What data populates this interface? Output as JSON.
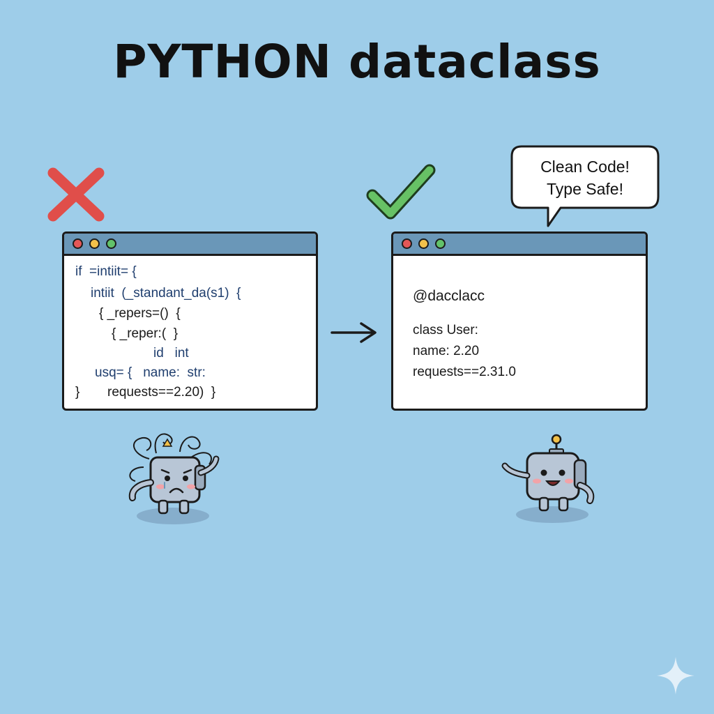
{
  "title": "PYTHON dataclass",
  "left_panel": {
    "status_icon": "cross-icon",
    "code_lines": [
      "if  =intiit= {",
      "intiit  (_standant_da(s1)  {",
      "{ _repers=()  {",
      "{ _reper:(  }",
      "id   int",
      "usq= {   name:  str:",
      "}",
      "requests==2.20)  }"
    ]
  },
  "right_panel": {
    "status_icon": "check-icon",
    "code_lines": [
      "@dacclacc",
      "class User:",
      "name: 2.20",
      "requests==2.31.0"
    ]
  },
  "speech_bubble": {
    "line1": "Clean Code!",
    "line2": "Type Safe!"
  },
  "icons": {
    "arrow": "arrow-right-icon",
    "sad_robot": "sad-robot-icon",
    "happy_robot": "happy-robot-icon",
    "sparkle": "sparkle-icon"
  },
  "colors": {
    "background": "#9ecde9",
    "titlebar": "#6a97b8",
    "cross": "#e04e4a",
    "check": "#67c165",
    "dot_red": "#e45757",
    "dot_yellow": "#f2c14a",
    "dot_green": "#62c26a"
  }
}
